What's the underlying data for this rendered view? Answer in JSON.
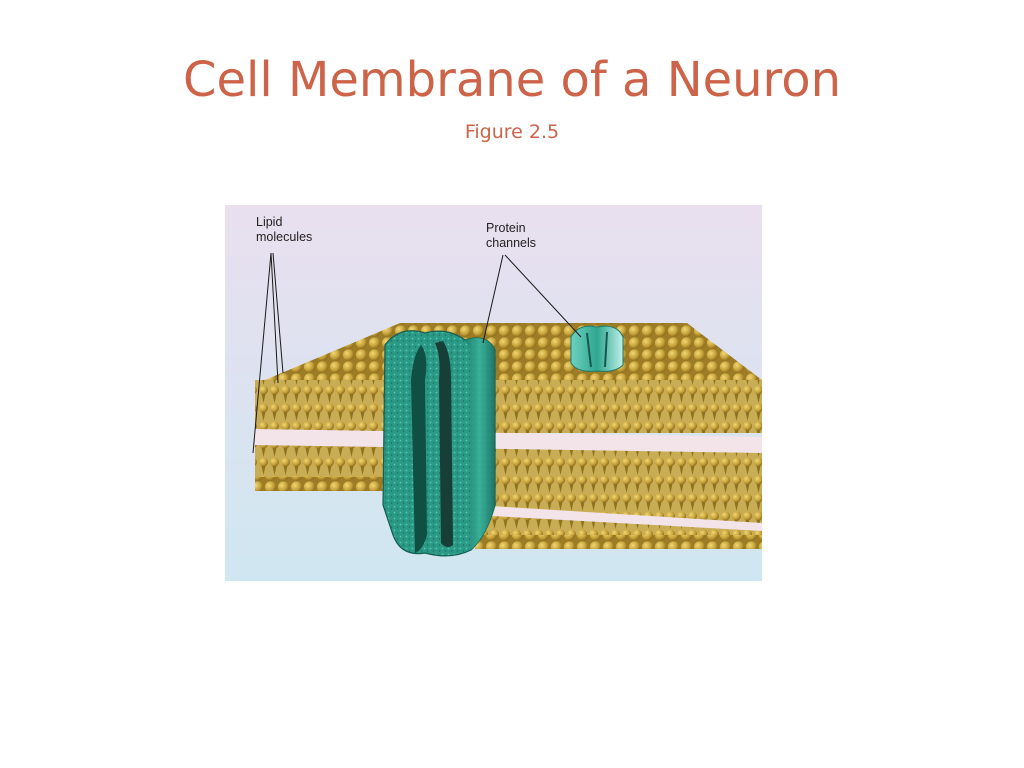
{
  "slide": {
    "title": "Cell Membrane of a Neuron",
    "subtitle": "Figure 2.5"
  },
  "figure": {
    "labels": {
      "lipid": "Lipid\nmolecules",
      "protein": "Protein\nchannels"
    },
    "colors": {
      "background_top": "#e9dfef",
      "background_bottom": "#cfe7f1",
      "lipid_head": "#c7a33a",
      "lipid_tail": "#a88a2c",
      "protein": "#2a9a86",
      "title": "#cd6349"
    }
  }
}
